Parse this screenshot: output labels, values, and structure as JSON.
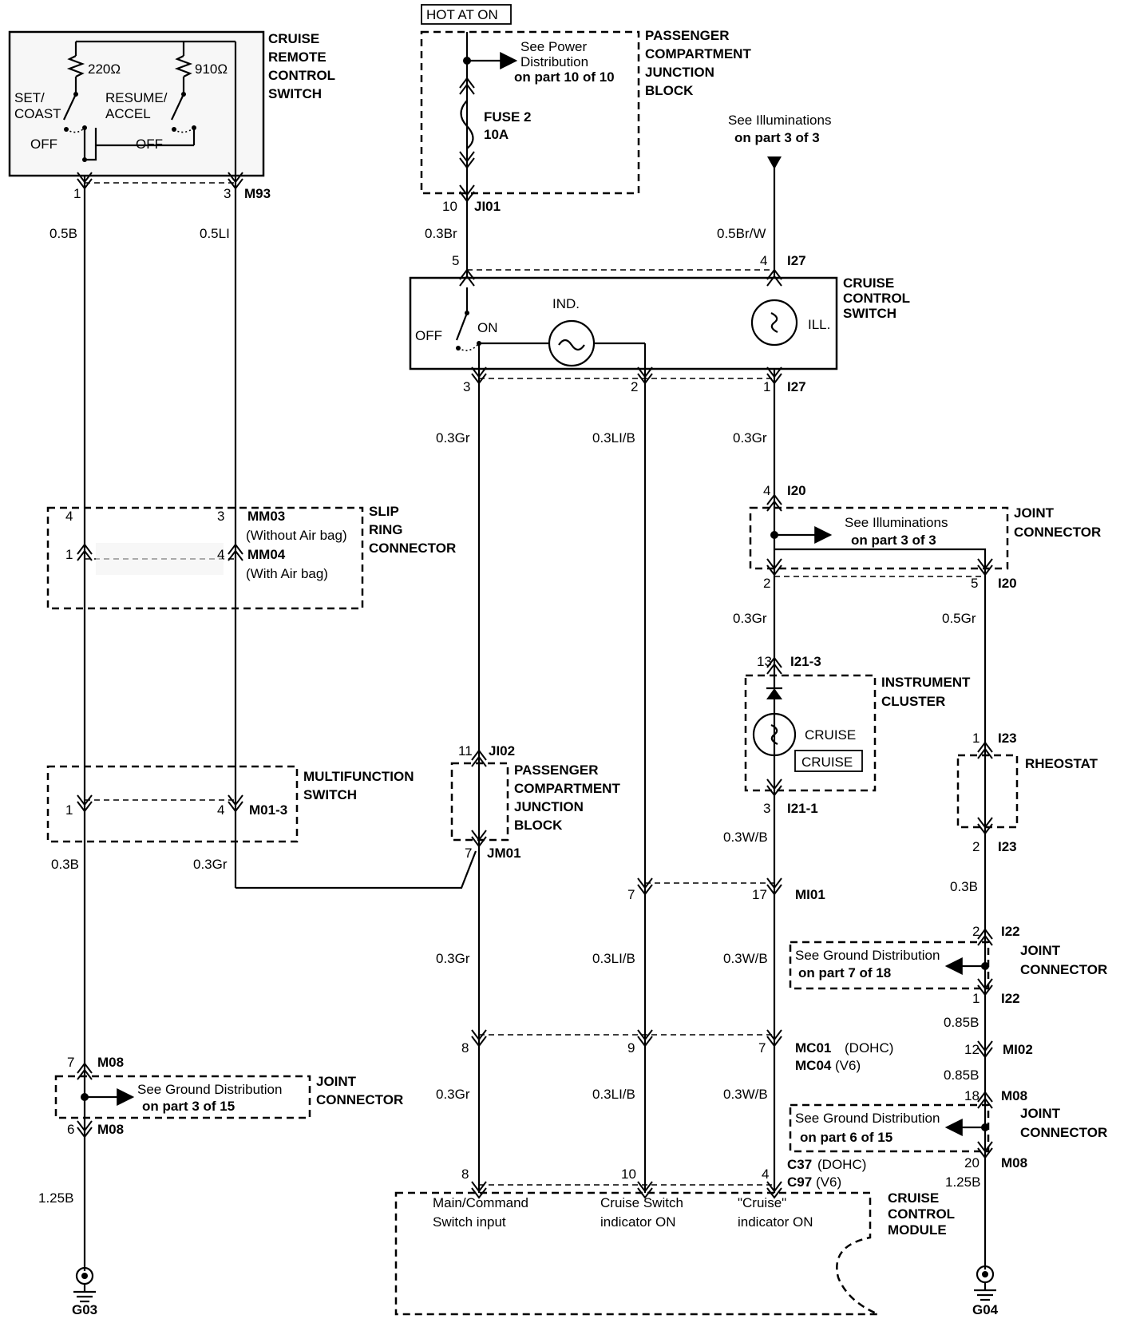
{
  "modules": {
    "remote_switch": {
      "title": [
        "CRUISE",
        "REMOTE",
        "CONTROL",
        "SWITCH"
      ],
      "r1": "220Ω",
      "r2": "910Ω",
      "set_coast": [
        "SET/",
        "COAST"
      ],
      "resume_accel": [
        "RESUME/",
        "ACCEL"
      ],
      "off": "OFF"
    },
    "pcjb_top": {
      "title": [
        "PASSENGER",
        "COMPARTMENT",
        "JUNCTION",
        "BLOCK"
      ],
      "note": [
        "See Power",
        "Distribution",
        "on part 10 of 10"
      ],
      "fuse": [
        "FUSE 2",
        "10A"
      ]
    },
    "hot_at_on": "HOT AT ON",
    "illum_top": [
      "See Illuminations",
      "on part 3 of 3"
    ],
    "cruise_switch": {
      "title": [
        "CRUISE",
        "CONTROL",
        "SWITCH"
      ],
      "off": "OFF",
      "on": "ON",
      "ind": "IND.",
      "ill": "ILL."
    },
    "slip_ring": {
      "title": [
        "SLIP",
        "RING",
        "CONNECTOR"
      ],
      "mm03": "MM03",
      "mm03_note": "(Without Air bag)",
      "mm04": "MM04",
      "mm04_note": "(With Air bag)"
    },
    "joint_i20": {
      "title": [
        "JOINT",
        "CONNECTOR"
      ],
      "note": [
        "See Illuminations",
        "on part 3 of 3"
      ]
    },
    "instrument_cluster": {
      "title": [
        "INSTRUMENT",
        "CLUSTER"
      ],
      "lamp": "CRUISE",
      "indicator": "CRUISE"
    },
    "rheostat": {
      "title": "RHEOSTAT"
    },
    "multifunction": {
      "title": [
        "MULTIFUNCTION",
        "SWITCH"
      ]
    },
    "pcjb_mid": {
      "title": [
        "PASSENGER",
        "COMPARTMENT",
        "JUNCTION",
        "BLOCK"
      ]
    },
    "joint_i22": {
      "title": [
        "JOINT",
        "CONNECTOR"
      ],
      "note": [
        "See Ground Distribution",
        "on part 7 of 18"
      ]
    },
    "joint_m08_left": {
      "title": [
        "JOINT",
        "CONNECTOR"
      ],
      "note": [
        "See Ground Distribution",
        "on part 3 of 15"
      ]
    },
    "joint_m08_right": {
      "title": [
        "JOINT",
        "CONNECTOR"
      ],
      "note": [
        "See Ground Distribution",
        "on part 6 of 15"
      ]
    },
    "ccm": {
      "title": [
        "CRUISE",
        "CONTROL",
        "MODULE"
      ],
      "pin8": [
        "Main/Command",
        "Switch input"
      ],
      "pin10": [
        "Cruise Switch",
        "indicator ON"
      ],
      "pin4": [
        "\"Cruise\"",
        "indicator ON"
      ]
    }
  },
  "connectors": {
    "m93": "M93",
    "ji01": "JI01",
    "i27": "I27",
    "i20": "I20",
    "i21_3": "I21-3",
    "i21_1": "I21-1",
    "i23": "I23",
    "ji02": "JI02",
    "jm01": "JM01",
    "m01_3": "M01-3",
    "mi01": "MI01",
    "i22": "I22",
    "mi02": "MI02",
    "m08": "M08",
    "mc01": "MC01",
    "mc01_note": "(DOHC)",
    "mc04": "MC04",
    "mc04_note": "(V6)",
    "c37": "C37",
    "c37_note": "(DOHC)",
    "c97": "C97",
    "c97_note": "(V6)"
  },
  "pins": {
    "m93_1": "1",
    "m93_3": "3",
    "ji01": "10",
    "i27_5": "5",
    "i27_4": "4",
    "i27_3": "3",
    "i27_2": "2",
    "i27_1": "1",
    "mm_4": "4",
    "mm_3": "3",
    "mm_1": "1",
    "mm_4b": "4",
    "i20_4": "4",
    "i20_2": "2",
    "i20_5": "5",
    "i21_13": "13",
    "i21_3": "3",
    "i23_1": "1",
    "i23_2": "2",
    "m01_1": "1",
    "m01_4": "4",
    "ji02_11": "11",
    "jm01_7": "7",
    "mi01_7": "7",
    "mi01_17": "17",
    "i22_2": "2",
    "i22_1": "1",
    "mc_8": "8",
    "mc_9": "9",
    "mc_7": "7",
    "mi02_12": "12",
    "m08_18": "18",
    "m08_20": "20",
    "m08l_7": "7",
    "m08l_6": "6",
    "c_8": "8",
    "c_10": "10",
    "c_4": "4"
  },
  "wires": {
    "w1": "0.5B",
    "w2": "0.5LI",
    "w3": "0.3Br",
    "w4": "0.5Br/W",
    "w5": "0.3Gr",
    "w6": "0.3LI/B",
    "w7": "0.3Gr",
    "w8": "0.3Gr",
    "w9": "0.5Gr",
    "w10": "0.3W/B",
    "w11": "0.3B",
    "w12": "0.3Gr",
    "w13": "0.3B",
    "w14": "0.3Gr",
    "w15": "0.3LI/B",
    "w16": "0.3W/B",
    "w17": "0.85B",
    "w18": "0.85B",
    "w19": "0.3Gr",
    "w20": "0.3LI/B",
    "w21": "0.3W/B",
    "w22": "1.25B",
    "w23": "1.25B"
  },
  "grounds": {
    "g03": "G03",
    "g04": "G04"
  }
}
